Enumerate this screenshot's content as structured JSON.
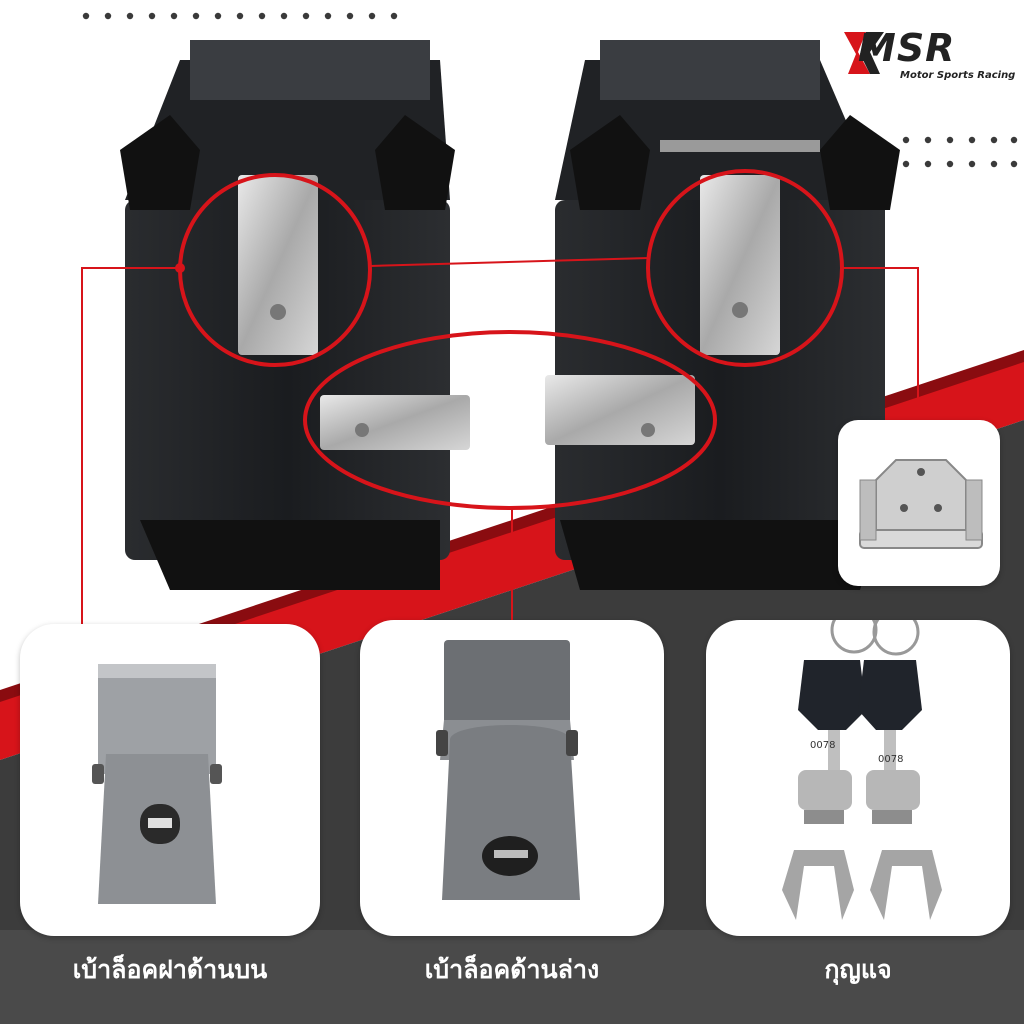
{
  "brand": {
    "logo_text": "MSR",
    "tagline": "Motor Sports Racing"
  },
  "captions": {
    "upper_latch": "เบ้าล็อคฝาด้านบน",
    "lower_latch": "เบ้าล็อคด้านล่าง",
    "keys": "กุญแจ"
  },
  "key_tags": [
    "0078",
    "0078"
  ],
  "colors": {
    "accent_red": "#d7141a",
    "dark_band": "#3a3a3a",
    "bottom_bar": "#4a4a4a",
    "case_black": "#1d1f22"
  }
}
